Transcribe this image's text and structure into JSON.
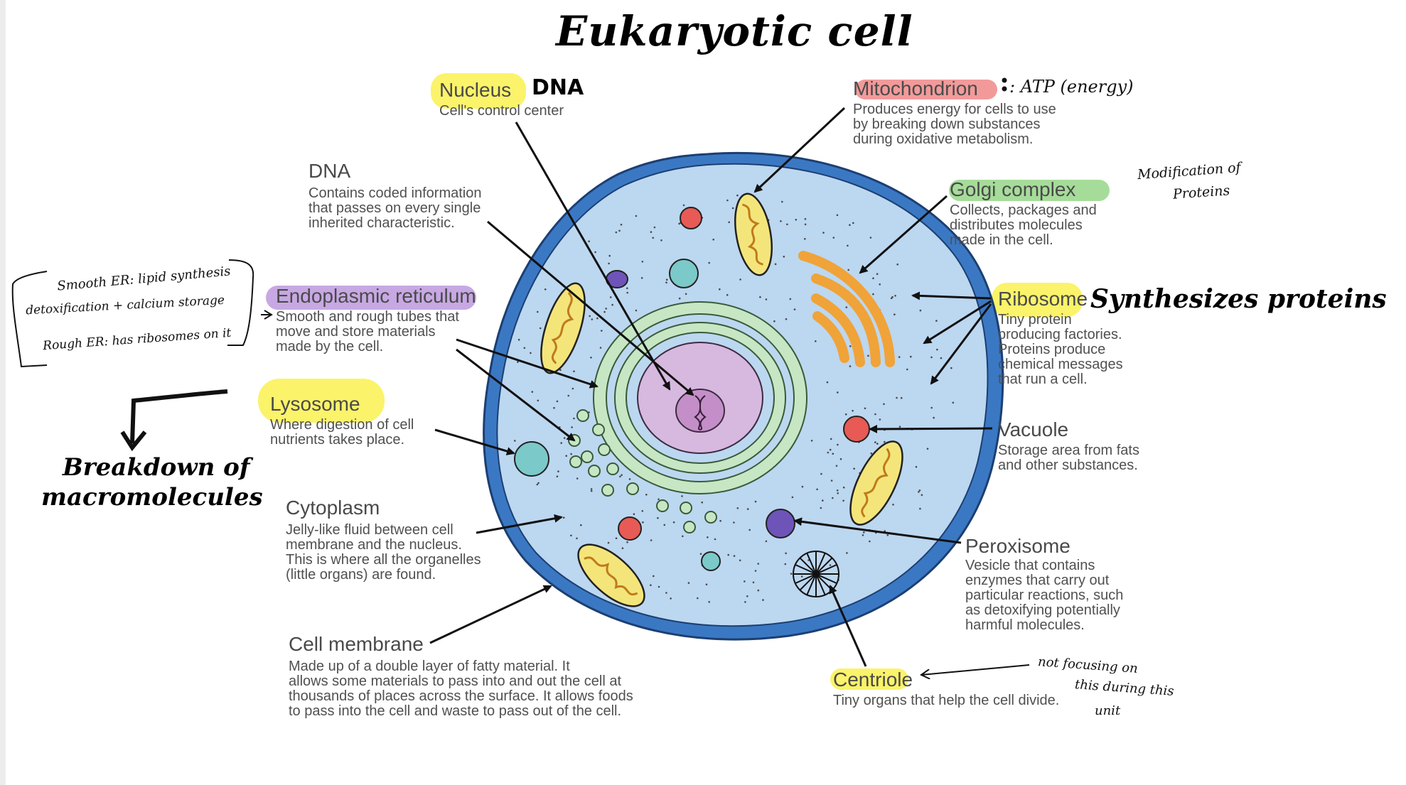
{
  "title": "Eukaryotic cell",
  "colors": {
    "highlight_yellow": "#fbf36a",
    "highlight_red": "#f29a9a",
    "highlight_green": "#a6dc9a",
    "highlight_purple": "#c7a8e3",
    "cell_membrane": "#3b78c3",
    "cytoplasm": "#bcd7f0",
    "nucleus": "#d7b8de",
    "mitochondrion": "#f4e57a",
    "golgi": "#f0a338",
    "vacuole": "#e85a55",
    "lysosome": "#7cc9c9",
    "peroxisome": "#6e54b8",
    "er": "#c7e7c4"
  },
  "labels": {
    "nucleus": {
      "title": "Nucleus",
      "desc": "Cell's control center"
    },
    "dna": {
      "title": "DNA",
      "desc": "Contains coded information\nthat passes on every single\ninherited characteristic."
    },
    "endoplasmic_reticulum": {
      "title": "Endoplasmic reticulum",
      "desc": "Smooth and rough tubes that\nmove and store materials\nmade by the cell."
    },
    "lysosome": {
      "title": "Lysosome",
      "desc": "Where digestion of cell\nnutrients takes place."
    },
    "cytoplasm": {
      "title": "Cytoplasm",
      "desc": "Jelly-like fluid between cell\nmembrane and the nucleus.\nThis is where all the organelles\n(little organs) are found."
    },
    "cell_membrane": {
      "title": "Cell membrane",
      "desc": "Made up of a double layer of fatty material. It\nallows some materials to pass into and out the cell at\nthousands of places across the surface. It allows foods\nto pass into the cell and waste to pass out of the cell."
    },
    "mitochondrion": {
      "title": "Mitochondrion",
      "desc": "Produces energy for cells to use\nby breaking down substances\nduring oxidative metabolism."
    },
    "golgi": {
      "title": "Golgi complex",
      "desc": "Collects, packages and\ndistributes molecules\nmade in the cell."
    },
    "ribosome": {
      "title": "Ribosome",
      "desc": "Tiny protein\nproducing factories.\nProteins produce\nchemical messages\nthat run a cell."
    },
    "vacuole": {
      "title": "Vacuole",
      "desc": "Storage area from fats\nand other substances."
    },
    "peroxisome": {
      "title": "Peroxisome",
      "desc": "Vesicle that contains\nenzymes that carry out\nparticular reactions, such\nas detoxifying potentially\nharmful molecules."
    },
    "centriole": {
      "title": "Centriole",
      "desc": "Tiny organs that help the cell divide."
    }
  },
  "notes": {
    "nucleus_dna": "DNA",
    "mito_atp": ": ATP (energy)",
    "golgi_mod_1": "Modification of",
    "golgi_mod_2": "Proteins",
    "ribosome_synth": "Synthesizes proteins",
    "er_smooth": "Smooth ER: lipid synthesis",
    "er_detox": "detoxification + calcium storage",
    "er_rough": "Rough ER: has ribosomes on it",
    "lyso_break_1": "Breakdown of",
    "lyso_break_2": "macromolecules",
    "centriole_1": "not focusing on",
    "centriole_2": "this during this",
    "centriole_3": "unit"
  }
}
